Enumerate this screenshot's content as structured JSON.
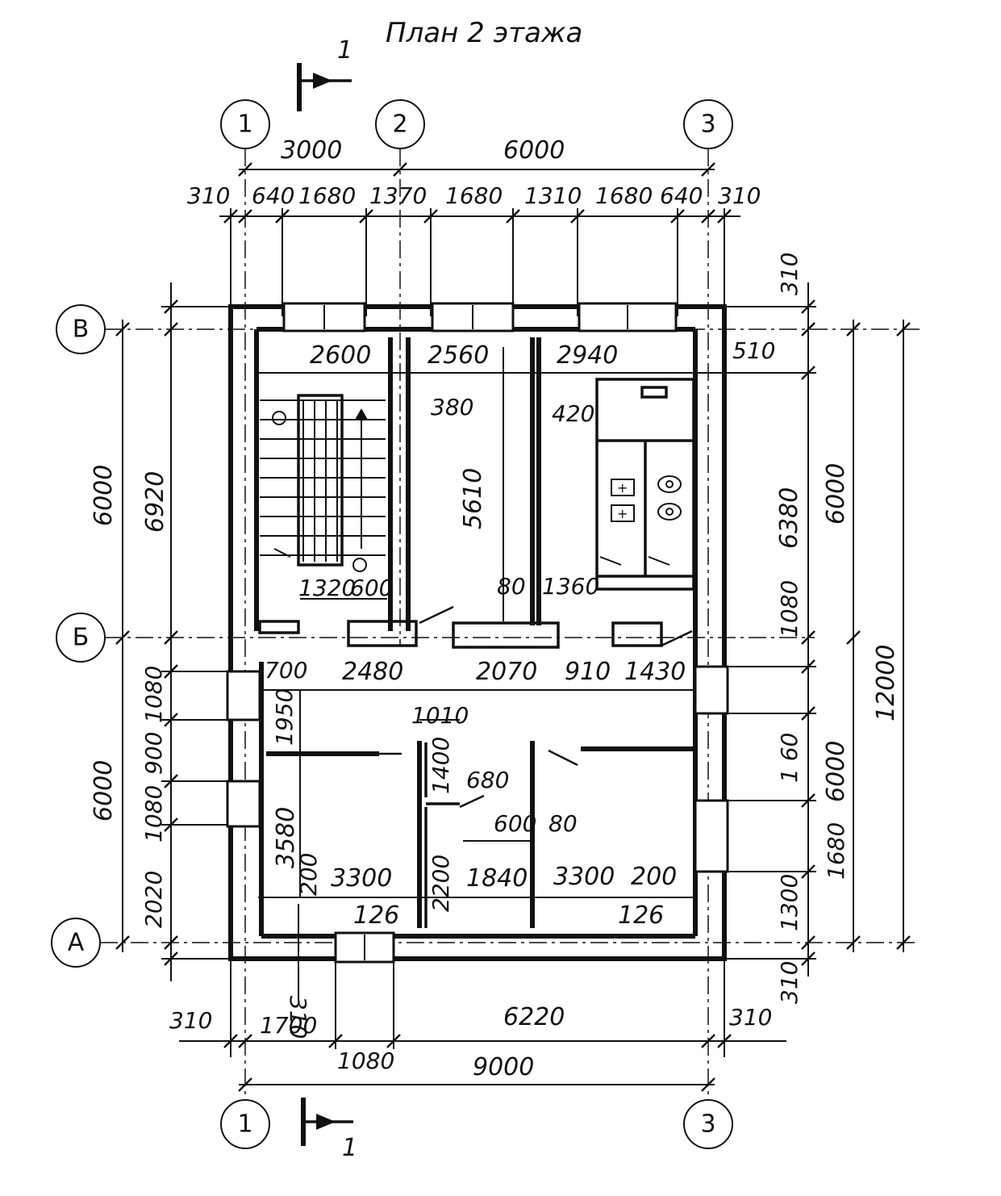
{
  "title": "План 2 этажа",
  "section_mark": "1",
  "axes": {
    "col1": "1",
    "col2": "2",
    "col3": "3",
    "rowV": "В",
    "rowB": "Б",
    "rowA": "А"
  },
  "top_dims": {
    "d3000": "3000",
    "d6000": "6000",
    "d310a": "310",
    "d640a": "640",
    "d1680a": "1680",
    "d1370": "1370",
    "d1680b": "1680",
    "d1310": "1310",
    "d1680c": "1680",
    "d640b": "640",
    "d310b": "310"
  },
  "bottom_dims": {
    "d310a": "310",
    "d1700": "1700",
    "d6220": "6220",
    "d310b": "310",
    "d1080": "1080",
    "d9000": "9000"
  },
  "left_dims": {
    "d6000a": "6000",
    "d6920": "6920",
    "d1080a": "1080",
    "d900": "900",
    "d1080b": "1080",
    "d6000b": "6000",
    "d2020": "2020"
  },
  "right_dims": {
    "d310a": "310",
    "d510": "510",
    "d6380": "6380",
    "d6000a": "6000",
    "d1080": "1080",
    "d12000": "12000",
    "d160": "1 60",
    "d6000b": "6000",
    "d1680": "1680",
    "d1300": "1300",
    "d310b": "310"
  },
  "inner_dims": {
    "d2600": "2600",
    "d2560": "2560",
    "d2940": "2940",
    "d380": "380",
    "d420": "420",
    "d5610": "5610",
    "d80a": "80",
    "d1360": "1360",
    "d1320": "1320",
    "d600a": "600",
    "d700": "700",
    "d2480": "2480",
    "d2070": "2070",
    "d910": "910",
    "d1430": "1430",
    "d1950": "1950",
    "d1010": "1010",
    "d1400": "1400",
    "d680": "680",
    "d600b": "600",
    "d80b": "80",
    "d3580": "3580",
    "d200a": "200",
    "d3300a": "3300",
    "d2200": "2200",
    "d1840": "1840",
    "d3300b": "3300",
    "d200b": "200",
    "d126a": "126",
    "d126b": "126",
    "d310": "310"
  }
}
